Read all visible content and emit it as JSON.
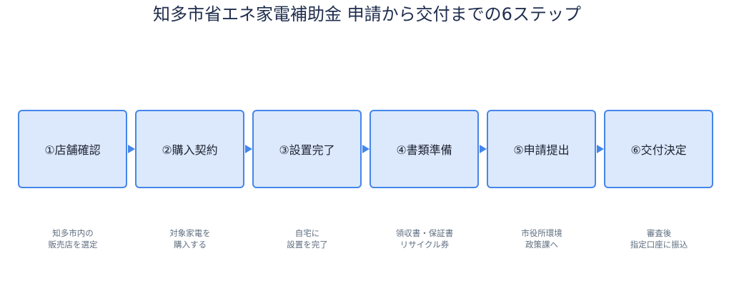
{
  "title": "知多市省エネ家電補助金 申請から交付までの6ステップ",
  "colors": {
    "box_fill": "#dce8fc",
    "box_border": "#4586ea",
    "arrow": "#4586ea",
    "title_text": "#1f2d4d",
    "note_text": "#5f6e80"
  },
  "steps": [
    {
      "label": "①店舗確認",
      "note_line1": "知多市内の",
      "note_line2": "販売店を選定"
    },
    {
      "label": "②購入契約",
      "note_line1": "対象家電を",
      "note_line2": "購入する"
    },
    {
      "label": "③設置完了",
      "note_line1": "自宅に",
      "note_line2": "設置を完了"
    },
    {
      "label": "④書類準備",
      "note_line1": "領収書・保証書",
      "note_line2": "リサイクル券"
    },
    {
      "label": "⑤申請提出",
      "note_line1": "市役所環境",
      "note_line2": "政策課へ"
    },
    {
      "label": "⑥交付決定",
      "note_line1": "審査後",
      "note_line2": "指定口座に振込"
    }
  ]
}
